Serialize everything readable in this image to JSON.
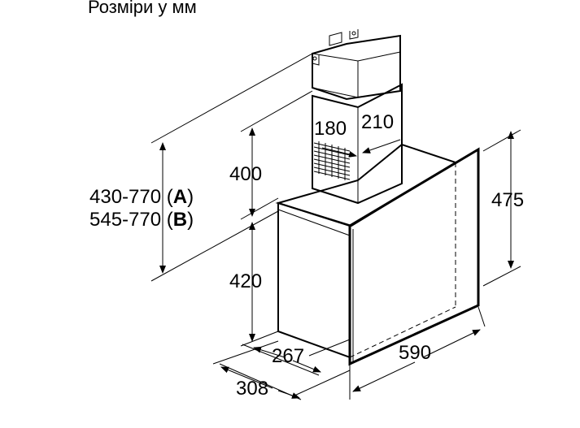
{
  "title": "Розміри у мм",
  "dimensions": {
    "chimney_height_a": "430-770 (",
    "label_a": "A",
    "close_a": ")",
    "chimney_height_b": "545-770 (",
    "label_b": "B",
    "close_b": ")",
    "upper_height": "400",
    "lower_height": "420",
    "chimney_depth": "180",
    "chimney_width": "210",
    "panel_height": "475",
    "body_depth": "267",
    "total_depth": "308",
    "width": "590"
  }
}
